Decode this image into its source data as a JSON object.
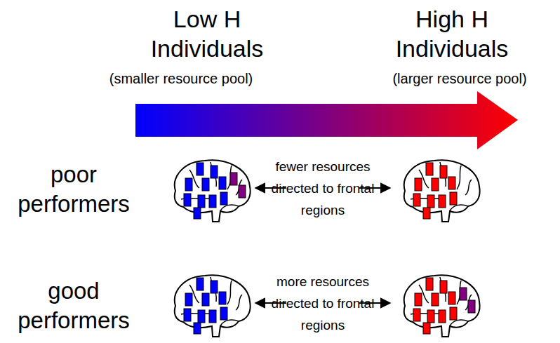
{
  "diagram": {
    "labels": [
      "Low H Individuals",
      "(smaller resource pool)",
      "High H Individuals",
      "(larger resource pool)",
      "poor performers",
      "fewer resources directed to frontal regions",
      "good performers",
      "more resources directed to frontal regions"
    ]
  }
}
